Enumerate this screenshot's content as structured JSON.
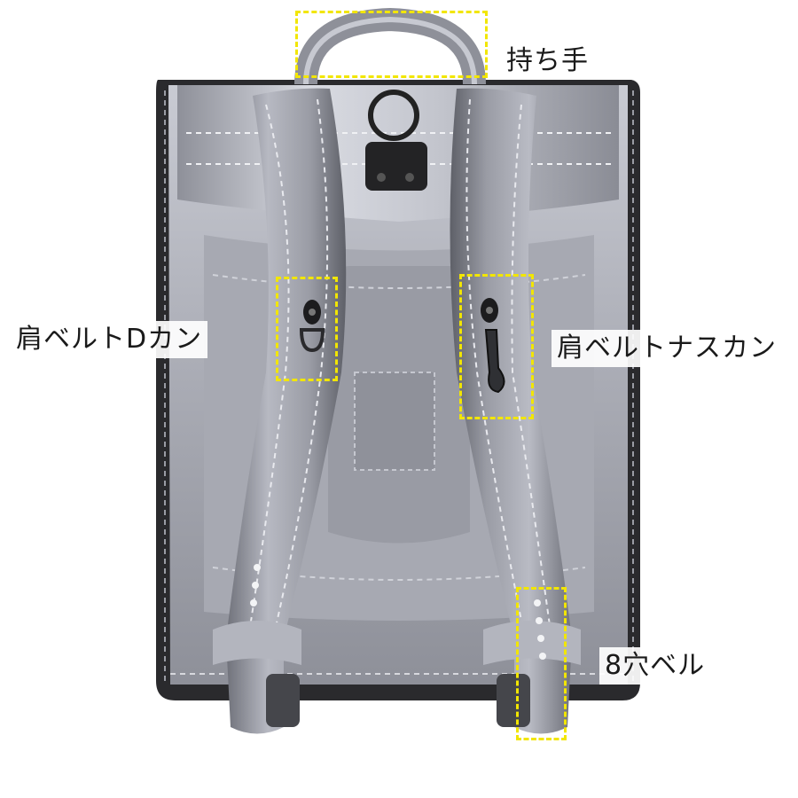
{
  "product": "randoseru-back-view",
  "labels": {
    "handle": "持ち手",
    "shoulder_d_ring": "肩ベルトDカン",
    "shoulder_snap_hook": "肩ベルトナスカン",
    "eight_hole_belt": "8穴ベル"
  },
  "colors": {
    "highlight": "#f2e600",
    "body_silver": "#a8aab3",
    "frame_black": "#2a2a2d"
  }
}
